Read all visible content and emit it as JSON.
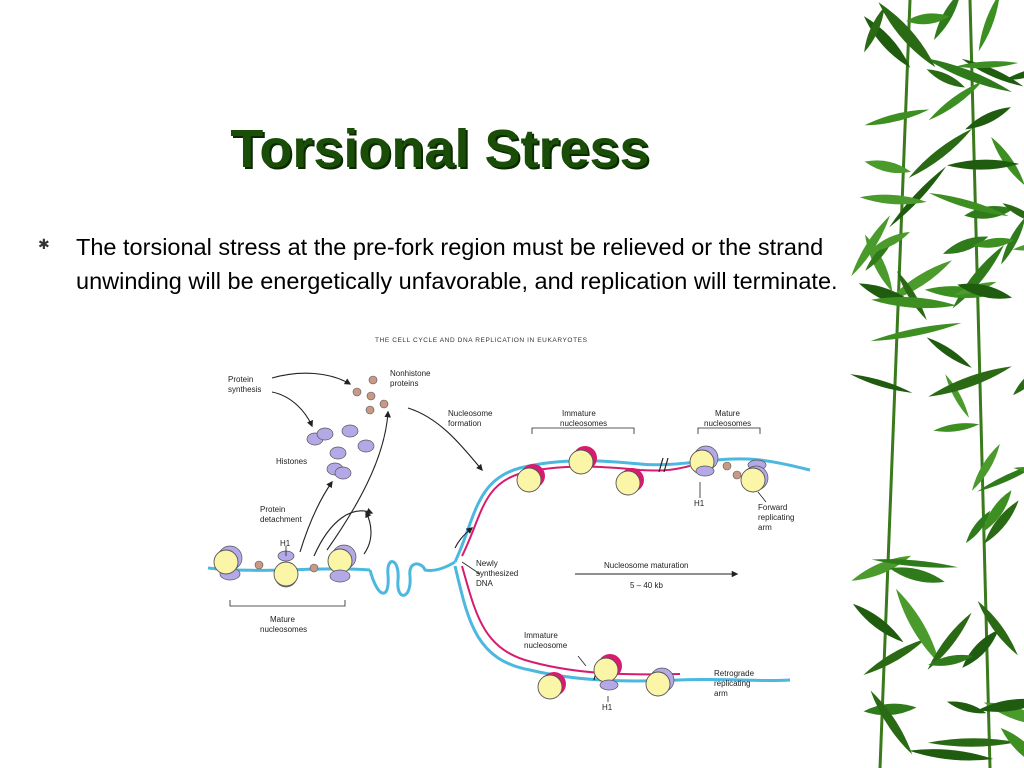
{
  "slide": {
    "title": "Torsional Stress",
    "bullet_glyph": "✱",
    "bullet_text": "The torsional stress at the pre-fork region must be relieved or the strand unwinding will be energetically unfavorable, and replication will terminate."
  },
  "figure": {
    "header": "THE CELL CYCLE AND DNA REPLICATION IN EUKARYOTES",
    "labels": {
      "protein_synthesis": [
        "Protein",
        "synthesis"
      ],
      "nonhistone_proteins": [
        "Nonhistone",
        "proteins"
      ],
      "nucleosome_formation": [
        "Nucleosome",
        "formation"
      ],
      "immature_nucleosomes_top": [
        "Immature",
        "nucleosomes"
      ],
      "mature_nucleosomes_right": [
        "Mature",
        "nucleosomes"
      ],
      "histones": "Histones",
      "protein_detachment": [
        "Protein",
        "detachment"
      ],
      "h1_left": "H1",
      "h1_top_right": "H1",
      "forward_replicating_arm": [
        "Forward",
        "replicating",
        "arm"
      ],
      "newly_synthesized_dna": [
        "Newly",
        "synthesized",
        "DNA"
      ],
      "nucleosome_maturation": "Nucleosome maturation",
      "distance": "5 – 40 kb",
      "mature_nucleosomes_left": [
        "Mature",
        "nucleosomes"
      ],
      "immature_nucleosome_bottom": [
        "Immature",
        "nucleosome"
      ],
      "retrograde_replicating_arm": [
        "Retrograde",
        "replicating",
        "arm"
      ],
      "h1_bottom": "H1"
    }
  },
  "colors": {
    "title": "#1a4d08",
    "dna_parental": "#4cb8e0",
    "dna_new": "#d81b6e",
    "histone_core": "#fbf5a8",
    "histone_protein": "#b4a8e6",
    "nonhistone_protein": "#c89a86",
    "bamboo_leaf": "#2f7a1a"
  }
}
